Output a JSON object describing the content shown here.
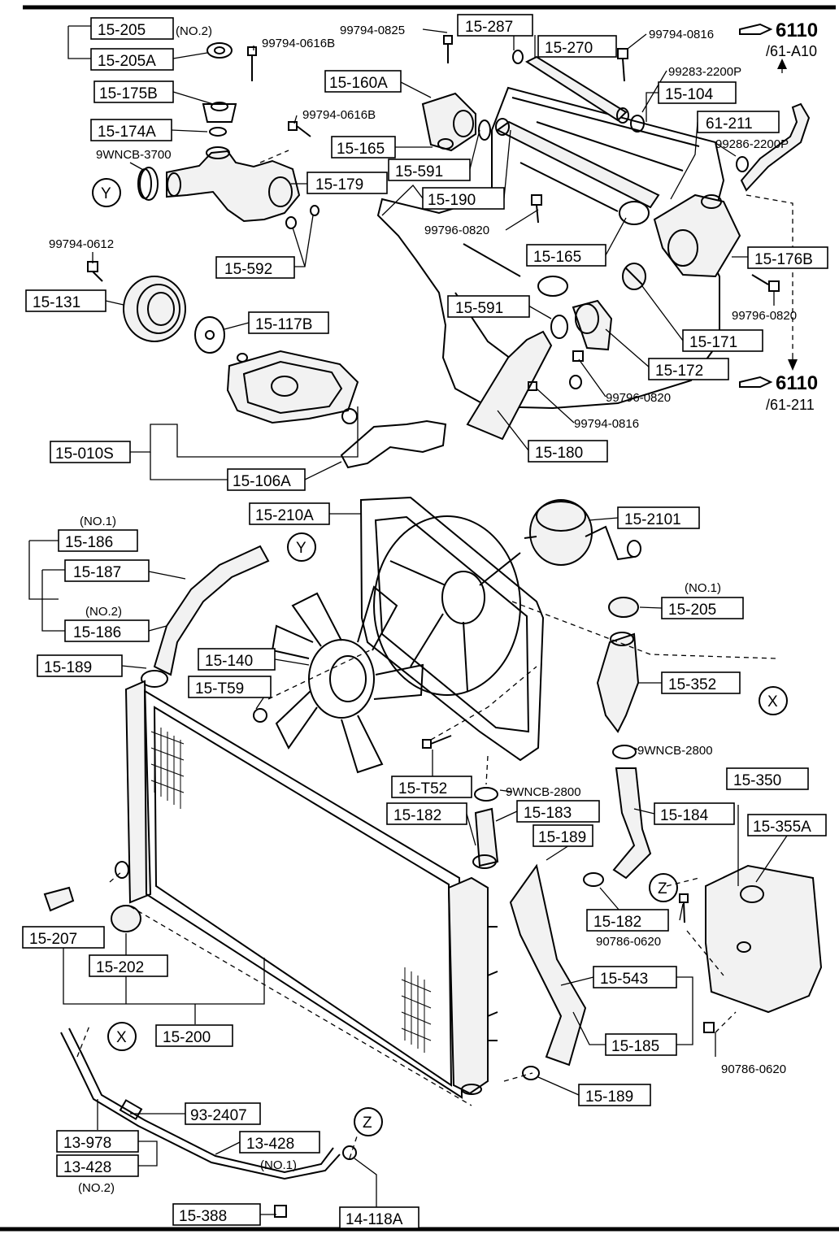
{
  "labels": {
    "l15_205_top": "15-205",
    "no2_top": "(NO.2)",
    "l15_205A": "15-205A",
    "b99794_0616B_a": "99794-0616B",
    "l15_175B": "15-175B",
    "b99794_0616B_b": "99794-0616B",
    "l15_174A": "15-174A",
    "c9WNCB_3700": "9WNCB-3700",
    "l15_179": "15-179",
    "l15_592": "15-592",
    "b99794_0612": "99794-0612",
    "l15_131": "15-131",
    "l15_117B": "15-117B",
    "l15_010S": "15-010S",
    "l15_106A": "15-106A",
    "b99794_0825": "99794-0825",
    "l15_287": "15-287",
    "l15_270": "15-270",
    "b99794_0816_a": "99794-0816",
    "l15_160A": "15-160A",
    "b99283_2200P": "99283-2200P",
    "l15_104": "15-104",
    "l61_211": "61-211",
    "b99286_2200P": "99286-2200P",
    "l15_165_a": "15-165",
    "l15_591_a": "15-591",
    "l15_190": "15-190",
    "b99796_0820_a": "99796-0820",
    "l15_165_b": "15-165",
    "l15_176B": "15-176B",
    "b99796_0820_b": "99796-0820",
    "l15_591_b": "15-591",
    "l15_171": "15-171",
    "l15_172": "15-172",
    "b99796_0820_c": "99796-0820",
    "b99794_0816_b": "99794-0816",
    "l15_180": "15-180",
    "ref1_num": "6110",
    "ref1_sub": "/61-A10",
    "ref2_num": "6110",
    "ref2_sub": "/61-211",
    "l15_210A": "15-210A",
    "l15_2101": "15-2101",
    "no1_a": "(NO.1)",
    "l15_186_a": "15-186",
    "l15_187": "15-187",
    "no2_a": "(NO.2)",
    "l15_186_b": "15-186",
    "l15_189_a": "15-189",
    "l15_140": "15-140",
    "l15_T59": "15-T59",
    "no1_b": "(NO.1)",
    "l15_205_b": "15-205",
    "l15_352": "15-352",
    "c9WNCB_2800_a": "9WNCB-2800",
    "l15_T52": "15-T52",
    "c9WNCB_2800_b": "9WNCB-2800",
    "l15_182_a": "15-182",
    "l15_183": "15-183",
    "l15_184": "15-184",
    "l15_350": "15-350",
    "l15_355A": "15-355A",
    "l15_189_b": "15-189",
    "l15_182_b": "15-182",
    "b90786_0620_a": "90786-0620",
    "l15_207": "15-207",
    "l15_202": "15-202",
    "l15_543": "15-543",
    "l15_200": "15-200",
    "l15_185": "15-185",
    "b90786_0620_b": "90786-0620",
    "l15_189_c": "15-189",
    "l93_2407": "93-2407",
    "l13_978": "13-978",
    "l13_428_a": "13-428",
    "no1_c": "(NO.1)",
    "l13_428_b": "13-428",
    "no2_b": "(NO.2)",
    "l15_388": "15-388",
    "l14_118A": "14-118A",
    "mark_Y": "Y",
    "mark_X": "X",
    "mark_Z": "Z"
  }
}
